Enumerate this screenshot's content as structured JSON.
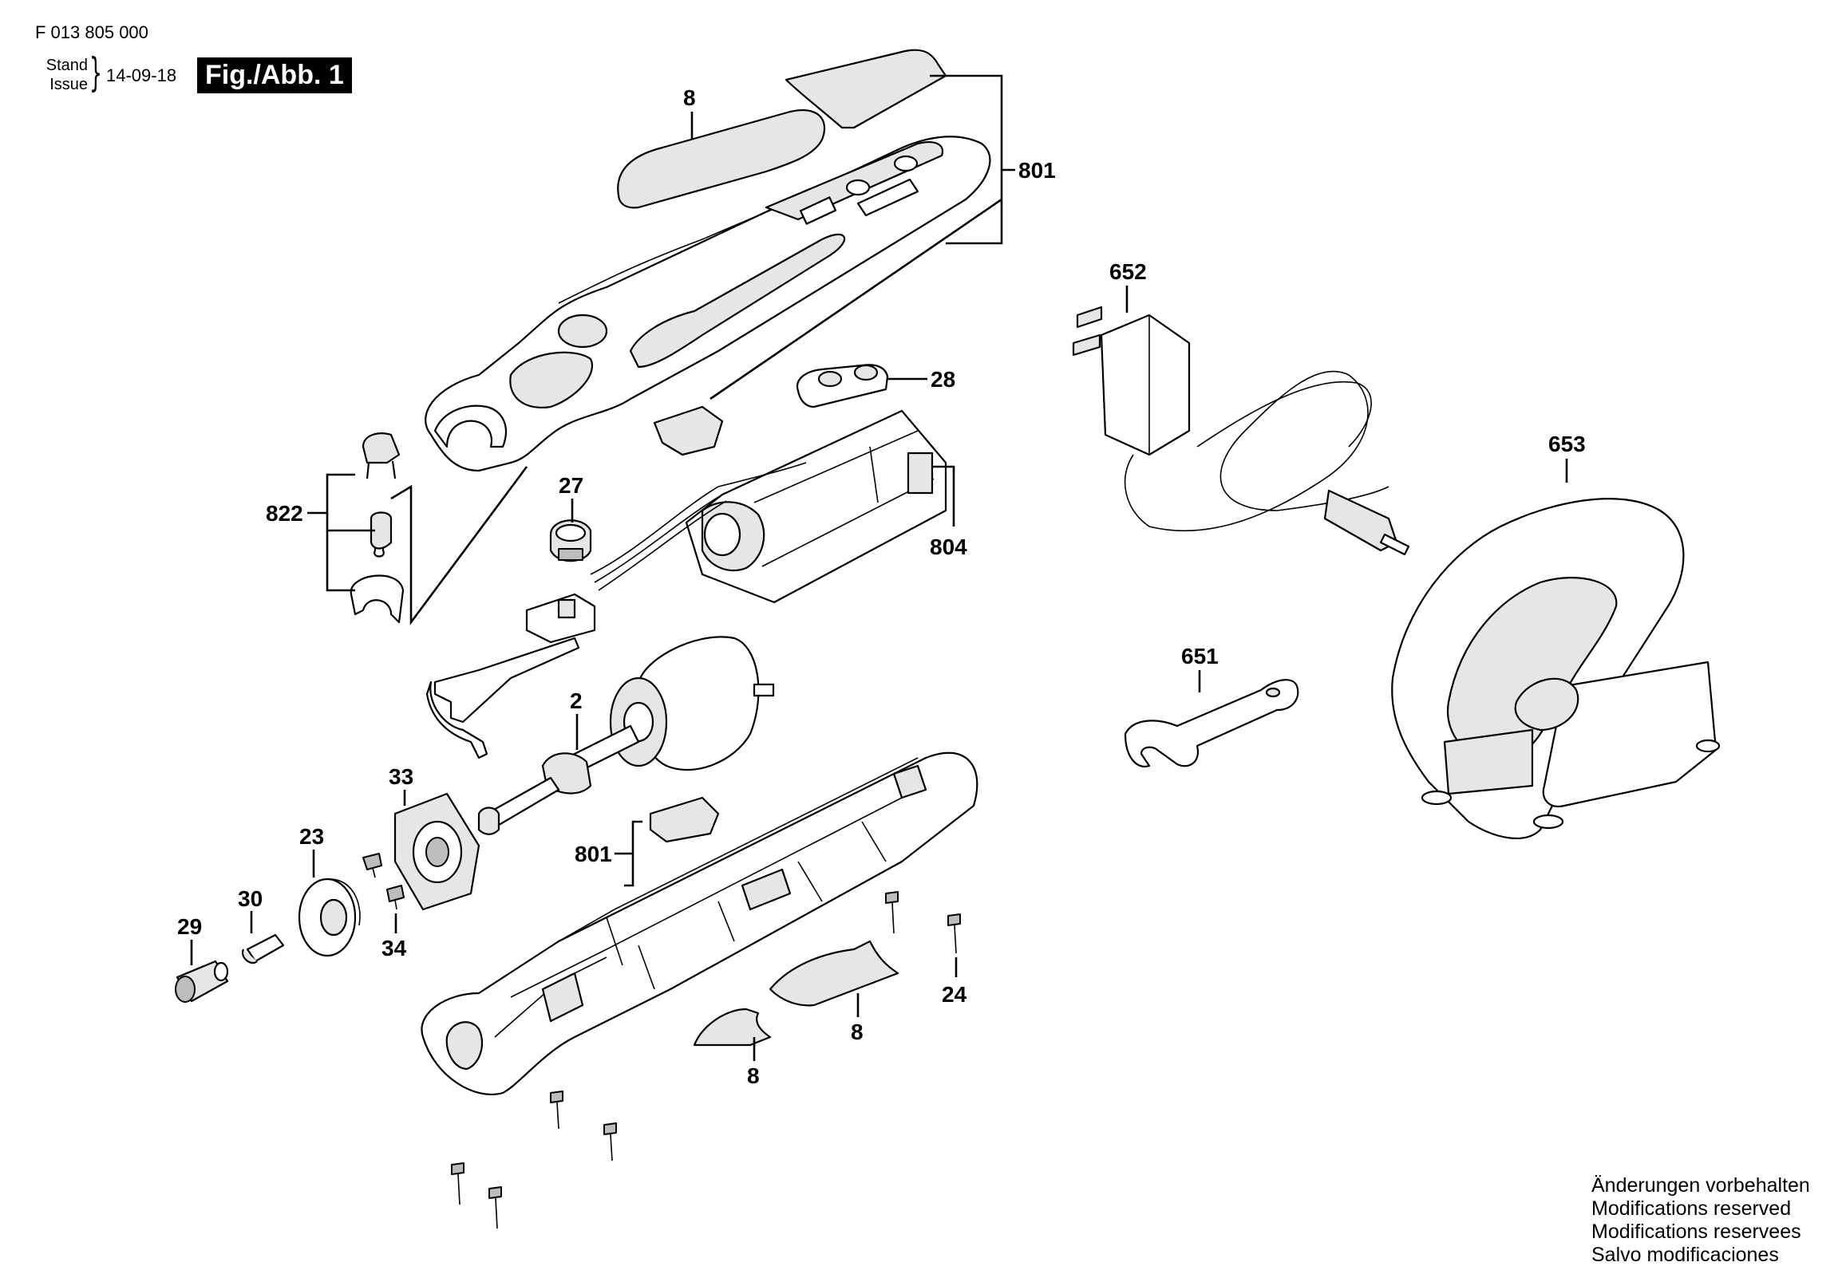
{
  "header": {
    "doc_number": "F 013 805 000",
    "stand_label": "Stand",
    "issue_label": "Issue",
    "issue_date": "14-09-18",
    "fig_label": "Fig./Abb. 1"
  },
  "part_labels": {
    "p8_top": "8",
    "p801_top": "801",
    "p652": "652",
    "p28": "28",
    "p27": "27",
    "p822": "822",
    "p804": "804",
    "p653": "653",
    "p651": "651",
    "p2": "2",
    "p33": "33",
    "p23": "23",
    "p801_bottom": "801",
    "p30": "30",
    "p29": "29",
    "p34": "34",
    "p24": "24",
    "p8_mid": "8",
    "p8_bottom": "8"
  },
  "footer": {
    "line1": "Änderungen vorbehalten",
    "line2": "Modifications reserved",
    "line3": "Modifications reservees",
    "line4": "Salvo modificaciones"
  }
}
